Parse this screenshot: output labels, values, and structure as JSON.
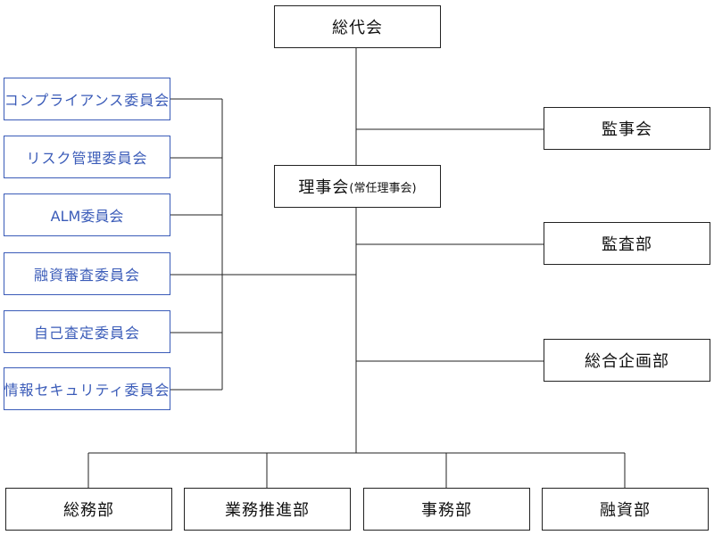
{
  "top": {
    "general_assembly": "総代会",
    "board": "理事会",
    "board_sub": "(常任理事会)"
  },
  "side_units": [
    "監事会",
    "監査部",
    "総合企画部"
  ],
  "committees": [
    "コンプライアンス委員会",
    "リスク管理委員会",
    "ALM委員会",
    "融資審査委員会",
    "自己査定委員会",
    "情報セキュリティ委員会"
  ],
  "departments": [
    "総務部",
    "業務推進部",
    "事務部",
    "融資部"
  ],
  "colors": {
    "committee_accent": "#3a5bb8",
    "line": "#222222"
  }
}
